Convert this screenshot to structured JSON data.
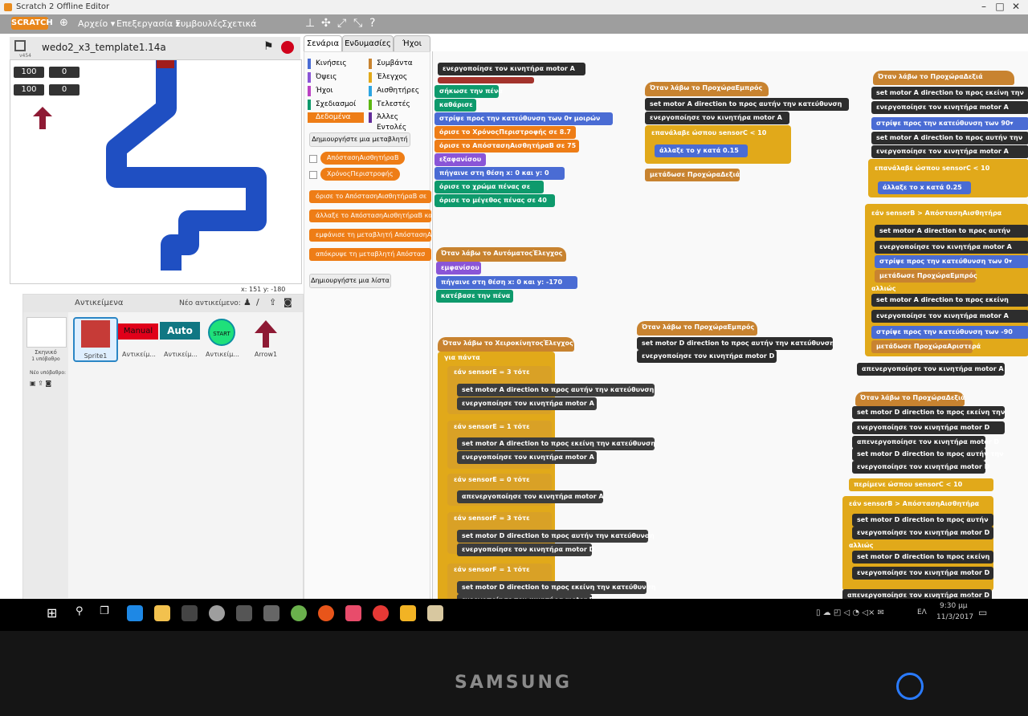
{
  "window": {
    "title": "Scratch 2 Offline Editor"
  },
  "menu": {
    "logo": "SCRATCH",
    "items": [
      "Αρχείο ▾",
      "Επεξεργασία ▾",
      "Συμβουλές",
      "Σχετικά"
    ]
  },
  "stage": {
    "project_name": "wedo2_x3_template1.14a",
    "version": "v454",
    "monitors": [
      "100",
      "0",
      "100",
      "0"
    ],
    "coords": {
      "x_label": "x:",
      "x_val": "151",
      "y_label": "y:",
      "y_val": "-180"
    }
  },
  "sprites_pane": {
    "title": "Αντικείμενα",
    "new_sprite": "Νέο αντικείμενο:",
    "stage_label": "Σκηνικό",
    "stage_sub": "1 υπόβαθρο",
    "new_backdrop": "Νέο υπόβαθρο:",
    "sprites": [
      {
        "name": "Sprite1",
        "label": ""
      },
      {
        "name": "Αντικείμ...",
        "label": "Manual"
      },
      {
        "name": "Αντικείμ...",
        "label": "Auto"
      },
      {
        "name": "Αντικείμ...",
        "label": "START"
      },
      {
        "name": "Arrow1",
        "label": ""
      }
    ]
  },
  "tabs": [
    "Σενάρια",
    "Ενδυμασίες",
    "Ήχοι"
  ],
  "categories": [
    {
      "name": "Κινήσεις",
      "color": "#4a6cd4"
    },
    {
      "name": "Συμβάντα",
      "color": "#c88330"
    },
    {
      "name": "Όψεις",
      "color": "#8a55d7"
    },
    {
      "name": "Έλεγχος",
      "color": "#e1a91a"
    },
    {
      "name": "Ήχοι",
      "color": "#bb42c3"
    },
    {
      "name": "Αισθητήρες",
      "color": "#2ca5e2"
    },
    {
      "name": "Σχεδιασμοί Πένας",
      "color": "#0e9a6c"
    },
    {
      "name": "Τελεστές",
      "color": "#5cb712"
    },
    {
      "name": "Δεδομένα",
      "color": "#ee7d16"
    },
    {
      "name": "Άλλες Εντολές",
      "color": "#632d99"
    }
  ],
  "palette": {
    "make_var": "Δημιουργήστε μια μεταβλητή",
    "vars": [
      "ΑπόστασηΑισθητήραΒ",
      "ΧρόνοςΠεριστροφής"
    ],
    "blocks": [
      "όρισε το ΑπόστασηΑισθητήραΒ σε",
      "άλλαξε το ΑπόστασηΑισθητήραΒ κατά",
      "εμφάνισε τη μεταβλητή ΑπόστασηΑ",
      "απόκρυψε τη μεταβλητή Απόστασ"
    ],
    "make_list": "Δημιουργήστε μια λίστα"
  },
  "scripts": {
    "s1": [
      "ενεργοποίησε τον κινητήρα motor A",
      "σήκωσε την πένα",
      "καθάρισε",
      "στρίψε προς την κατεύθυνση των 0▾ μοιρών",
      "όρισε το ΧρόνοςΠεριστροφής σε 8.7",
      "όρισε το ΑπόστασηΑισθητήραΒ σε 75",
      "εξαφανίσου",
      "πήγαινε στη θέση x: 0 και y: 0",
      "όρισε το χρώμα πένας σε",
      "όρισε το μέγεθος πένας σε 40"
    ],
    "s2": [
      "Όταν λάβω το ΑυτόματοςΈλεγχος",
      "εμφανίσου",
      "πήγαινε στη θέση x: 0 και y: -170",
      "κατέβασε την πένα"
    ],
    "s3": [
      "Όταν λάβω το ΧειροκίνητοςΈλεγχος",
      "για πάντα",
      "εάν sensorE = 3 τότε",
      "set motor A direction to προς αυτήν την κατεύθυνση",
      "ενεργοποίησε τον κινητήρα motor A",
      "εάν sensorE = 1 τότε",
      "set motor A direction to προς εκείνη την κατεύθυνση",
      "ενεργοποίησε τον κινητήρα motor A",
      "εάν sensorE = 0 τότε",
      "απενεργοποίησε τον κινητήρα motor A",
      "εάν sensorF = 3 τότε",
      "set motor D direction to προς αυτήν την κατεύθυνση",
      "ενεργοποίησε τον κινητήρα motor D",
      "εάν sensorF = 1 τότε",
      "set motor D direction to προς εκείνη την κατεύθυνση",
      "ενεργοποίησε τον κινητήρα motor D"
    ],
    "s4": [
      "Όταν λάβω το ΠροχώραΕμπρός",
      "set motor A direction to προς αυτήν την κατεύθυνση",
      "ενεργοποίησε τον κινητήρα motor A",
      "επανάλαβε ώσπου sensorC < 10",
      "άλλαξε το y κατά 0.15",
      "μετάδωσε ΠροχώραΔεξιά"
    ],
    "s5": [
      "Όταν λάβω το ΠροχώραΕμπρός",
      "set motor D direction to προς αυτήν την κατεύθυνση",
      "ενεργοποίησε τον κινητήρα motor D"
    ],
    "s6": [
      "Όταν λάβω το ΠροχώραΔεξιά",
      "set motor A direction to προς εκείνη την",
      "ενεργοποίησε τον κινητήρα motor A",
      "στρίψε προς την κατεύθυνση των 90▾",
      "set motor A direction to προς αυτήν την",
      "ενεργοποίησε τον κινητήρα motor A",
      "επανάλαβε ώσπου sensorC < 10",
      "άλλαξε το x κατά 0.25",
      "εάν sensorB > ΑπόστασηΑισθητήρα",
      "set motor A direction to προς αυτήν",
      "ενεργοποίησε τον κινητήρα motor A",
      "στρίψε προς την κατεύθυνση των 0▾",
      "μετάδωσε ΠροχώραΕμπρός",
      "αλλιώς",
      "set motor A direction to προς εκείνη",
      "ενεργοποίησε τον κινητήρα motor A",
      "στρίψε προς την κατεύθυνση των -90",
      "μετάδωσε ΠροχώραΑριστερά",
      "απενεργοποίησε τον κινητήρα motor A"
    ],
    "s7": [
      "Όταν λάβω το ΠροχώραΔεξιά",
      "set motor D direction to προς εκείνη την",
      "ενεργοποίησε τον κινητήρα motor D",
      "απενεργοποίησε τον κινητήρα motor D",
      "set motor D direction to προς αυτήν την",
      "ενεργοποίησε τον κινητήρα motor D",
      "περίμενε ώσπου sensorC < 10",
      "εάν sensorB > ΑπόστασηΑισθητήρα",
      "set motor D direction to προς αυτήν",
      "ενεργοποίησε τον κινητήρα motor D",
      "αλλιώς",
      "set motor D direction to προς εκείνη",
      "ενεργοποίησε τον κινητήρα motor D",
      "απενεργοποίησε τον κινητήρα motor D"
    ]
  },
  "taskbar": {
    "time": "9:30 μμ",
    "date": "11/3/2017",
    "lang": "ΕΛ"
  },
  "monitor_brand": "SAMSUNG",
  "colors": {
    "motion": "#4a6cd4",
    "looks": "#8a55d7",
    "pen": "#0e9a6c",
    "control": "#e1a91a",
    "events": "#c88330",
    "data": "#ee7d16",
    "more": "#632d99",
    "sensing": "#2ca5e2",
    "wedo": "#3c3c3c",
    "snake": "#1f4fc2"
  }
}
